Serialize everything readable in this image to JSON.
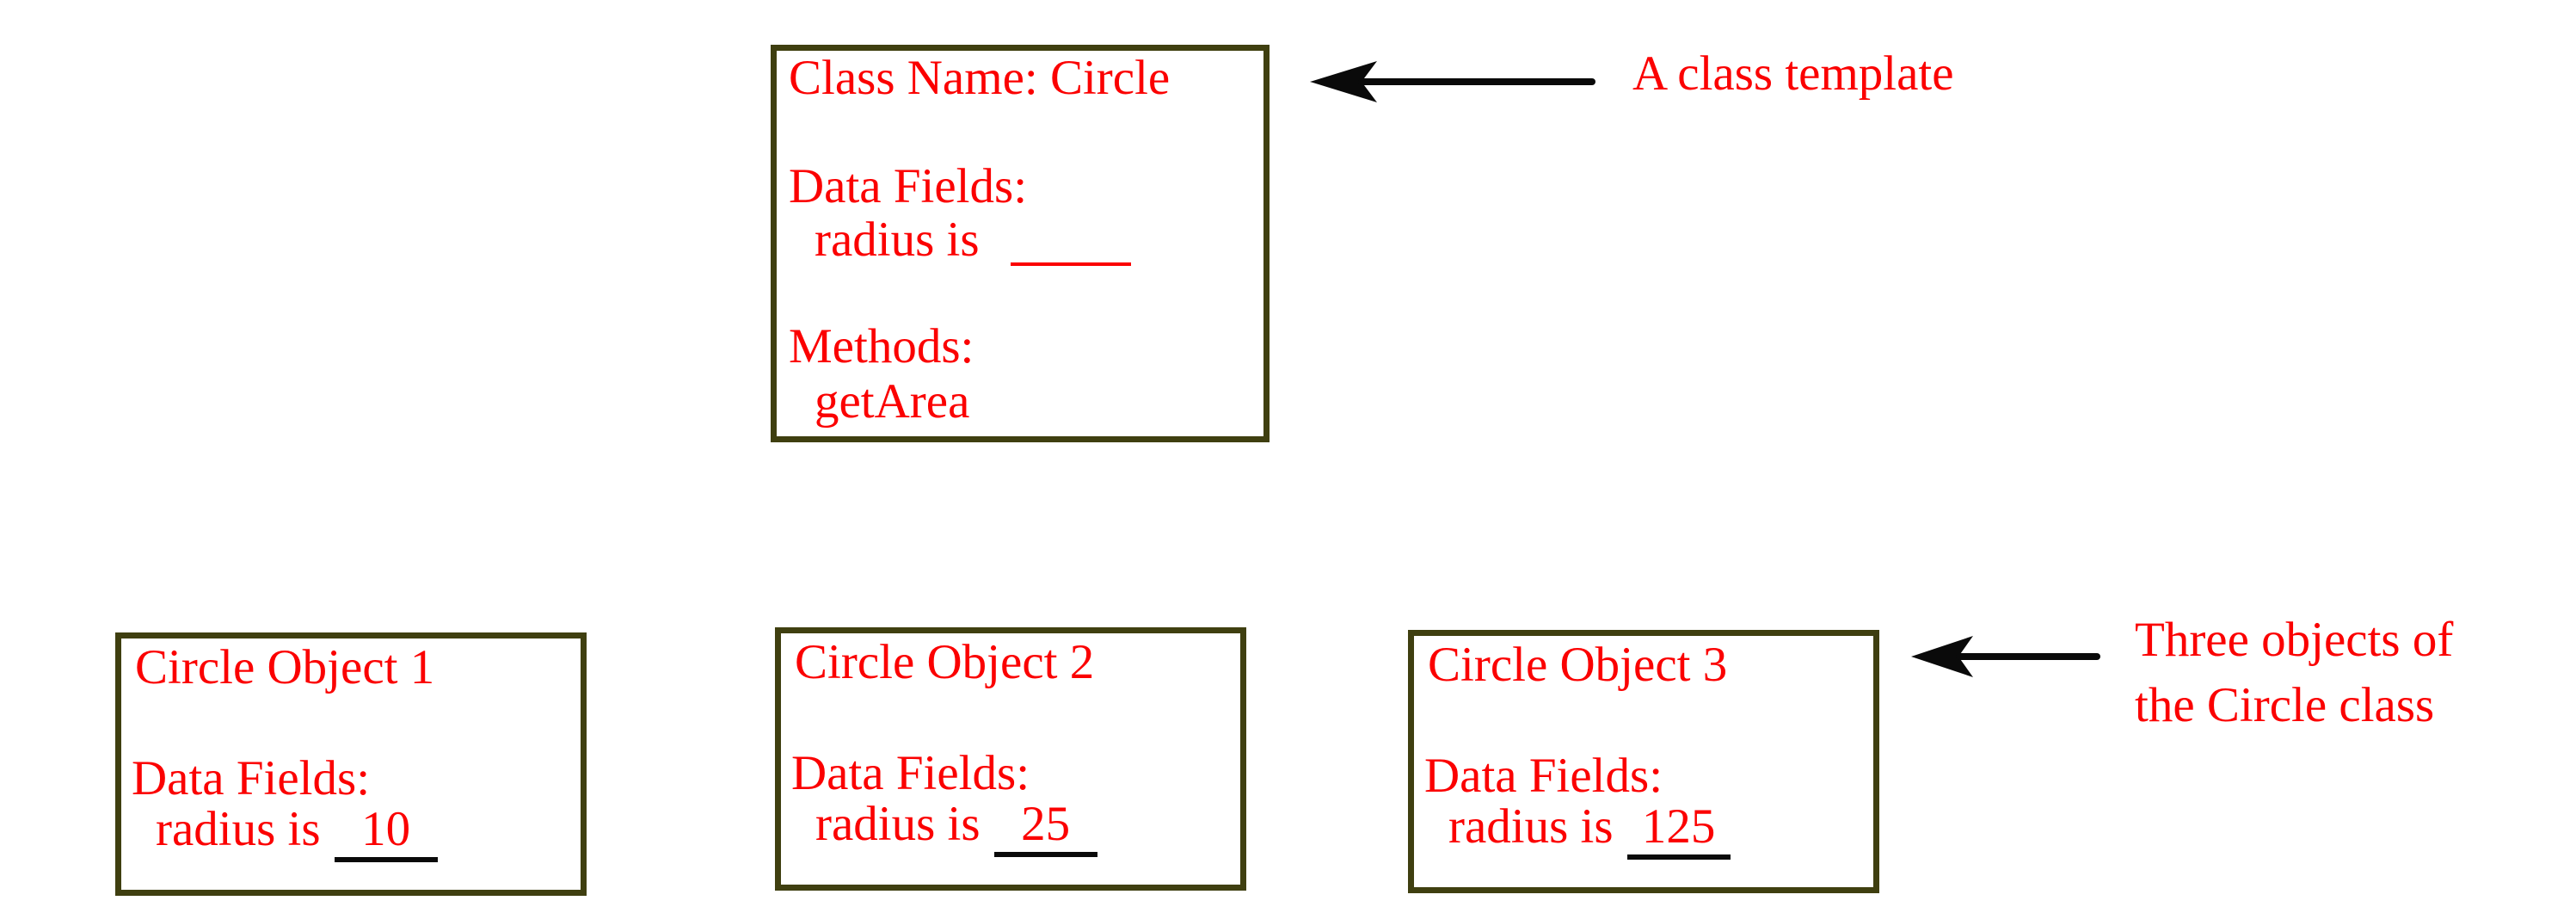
{
  "colors": {
    "text_red": "#fb0000",
    "box_border_olive": "#3f3f10",
    "arrow_black": "#0a0a0a",
    "background": "#ffffff"
  },
  "class_box": {
    "title": "Class Name: Circle",
    "data_fields_label": "Data Fields:",
    "radius_label": "radius is",
    "radius_value": "",
    "methods_label": "Methods:",
    "method_name": "getArea"
  },
  "class_annotation": {
    "label": "A class template"
  },
  "objects": [
    {
      "title": "Circle Object 1",
      "data_fields_label": "Data Fields:",
      "radius_label": "radius is",
      "radius_value": "10"
    },
    {
      "title": "Circle Object 2",
      "data_fields_label": "Data Fields:",
      "radius_label": "radius is",
      "radius_value": "25"
    },
    {
      "title": "Circle Object 3",
      "data_fields_label": "Data Fields:",
      "radius_label": "radius is",
      "radius_value": "125"
    }
  ],
  "objects_annotation": {
    "line1": "Three objects of",
    "line2": "the Circle class"
  }
}
